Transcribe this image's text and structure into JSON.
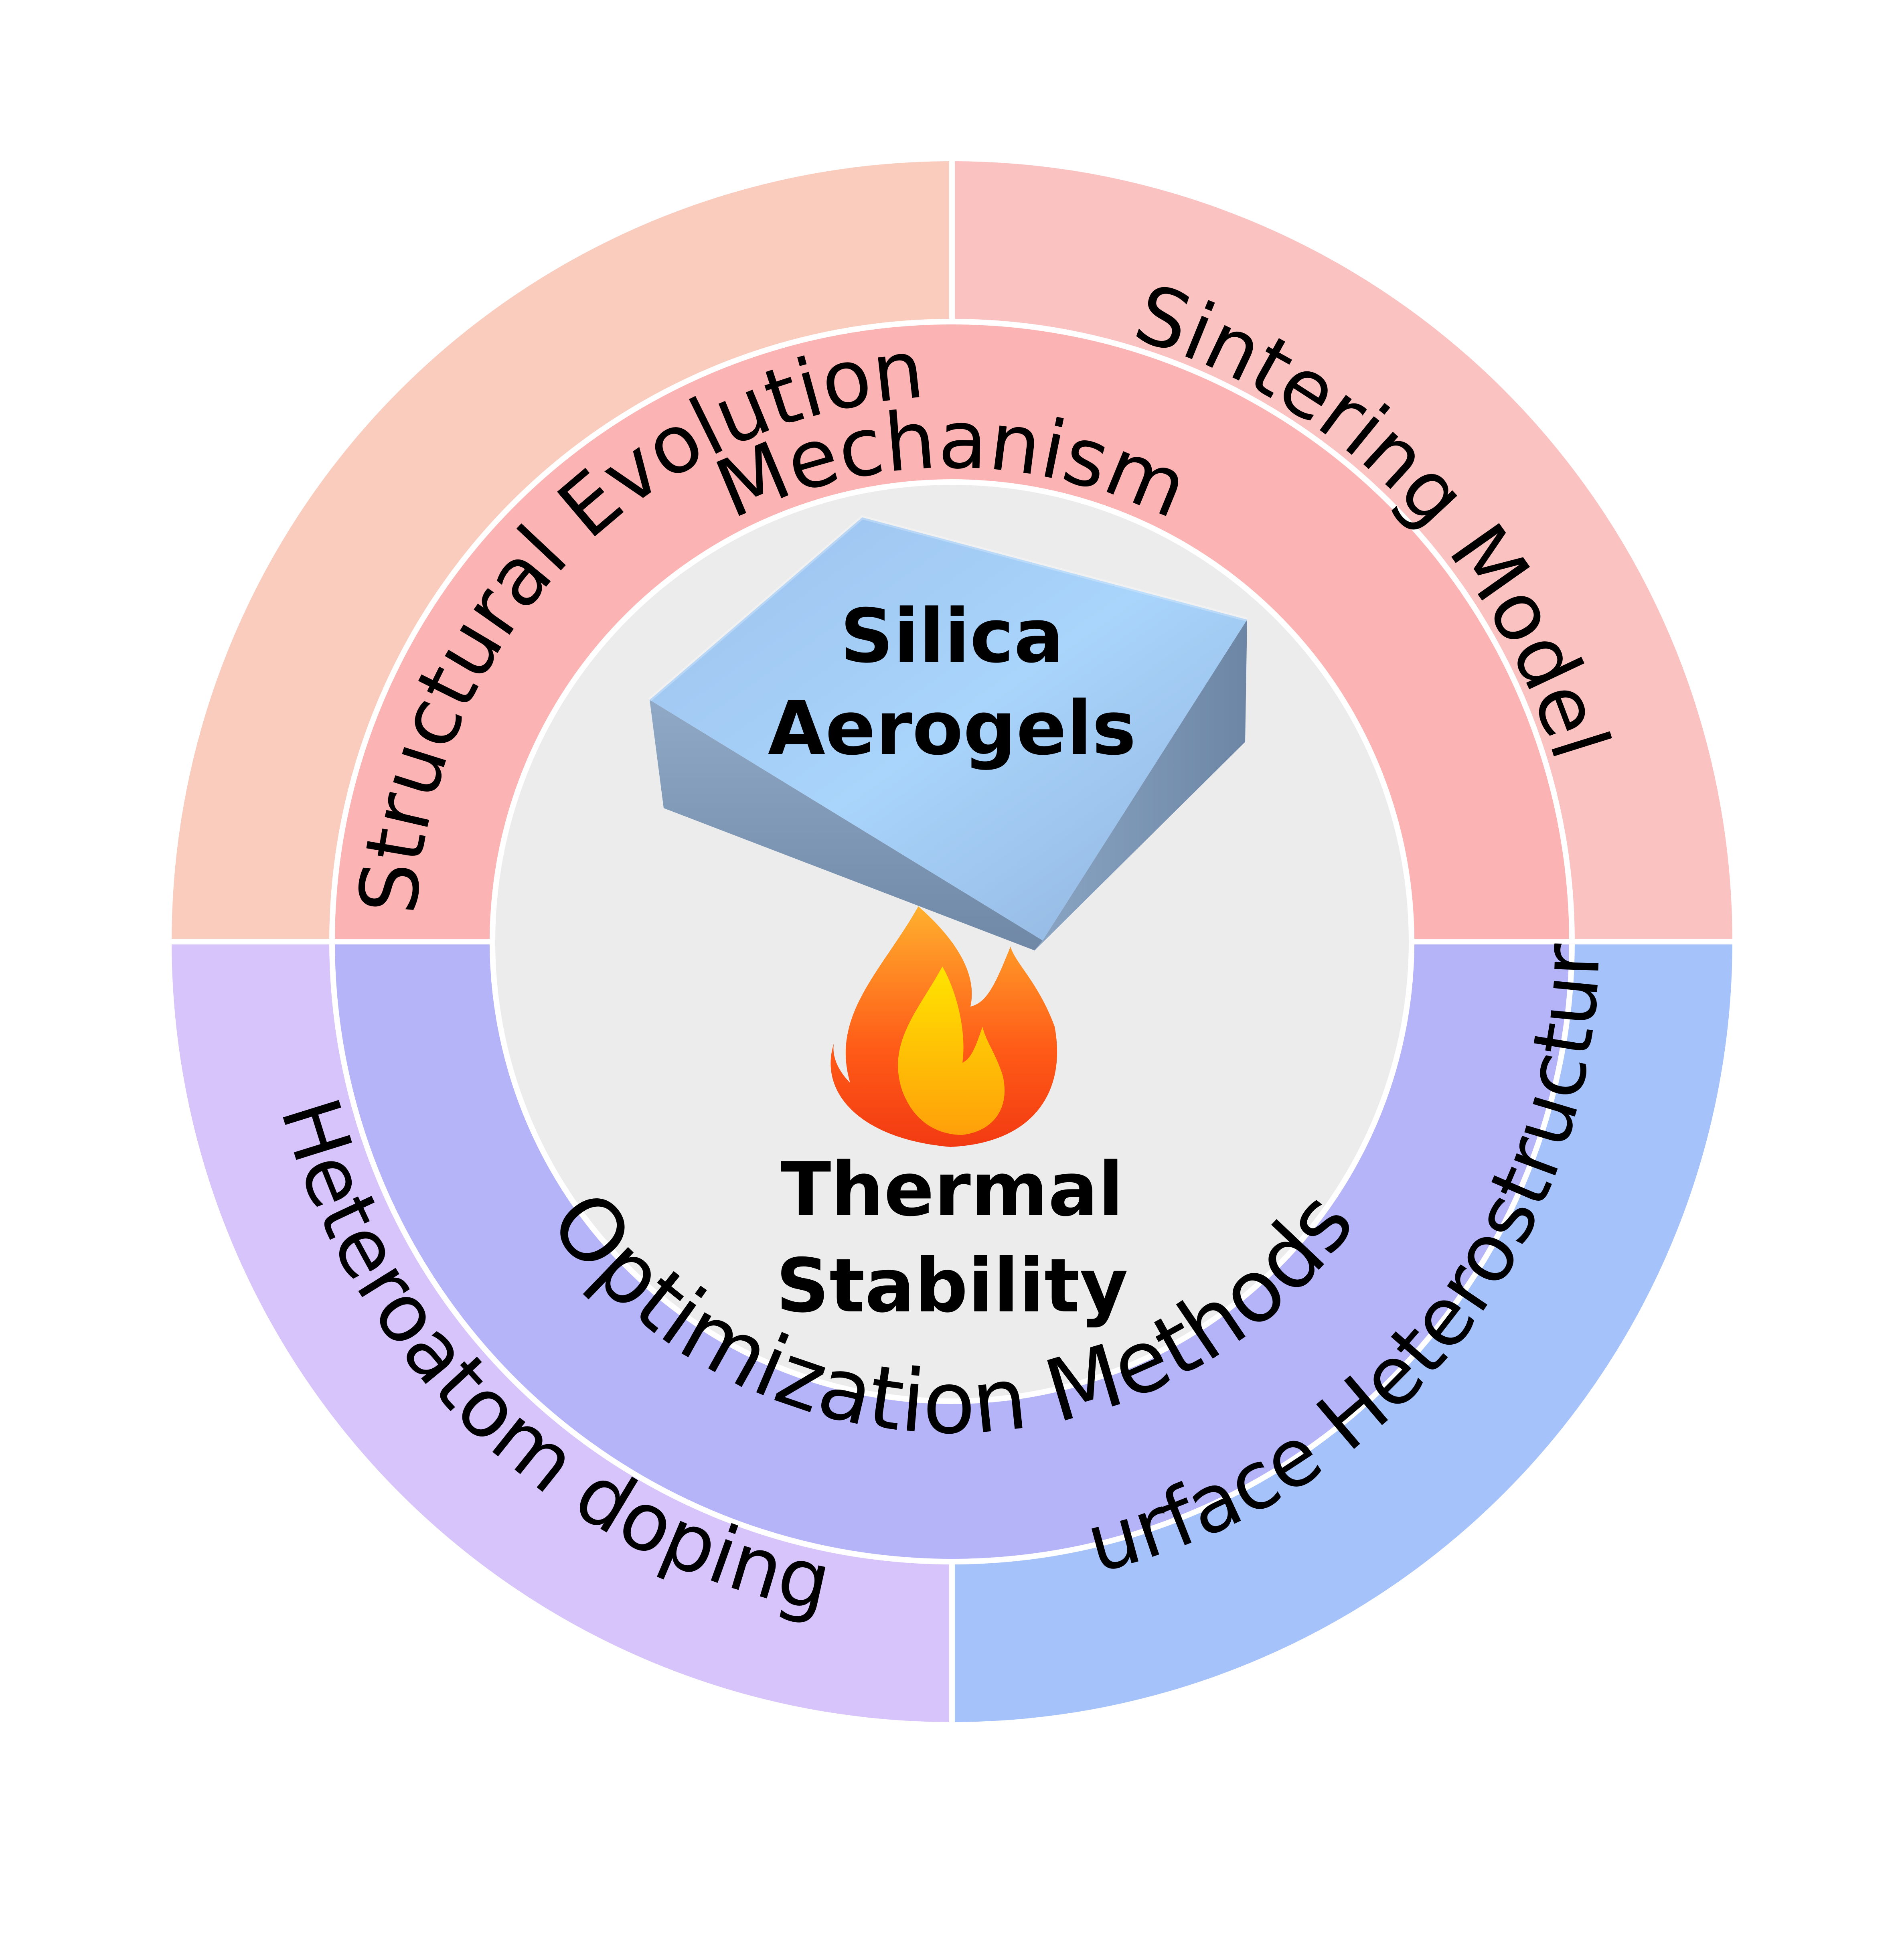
{
  "center": {
    "title_line1": "Silica",
    "title_line2": "Aerogels",
    "subtitle_line1": "Thermal",
    "subtitle_line2": "Stability",
    "aerogel_icon": "aerogel-block-icon",
    "flame_icon": "flame-icon"
  },
  "middle_ring": {
    "top_label": "Mechanism",
    "bottom_label": "Optimization Methods"
  },
  "outer_ring": {
    "top_left": "Structural Evolution",
    "top_right": "Sintering Model",
    "bottom_left": "Heteroatom doping",
    "bottom_right": "Surface Heterostructure"
  },
  "colors": {
    "outer_top_left": "#f9ccbe",
    "outer_top_right": "#fbc2c2",
    "outer_bottom_left": "#d6c4fb",
    "outer_bottom_right": "#a6c2fb",
    "middle_top": "#fbb3b3",
    "middle_bottom": "#b5b4f9",
    "center_fill": "#ececec",
    "divider": "#ffffff"
  }
}
